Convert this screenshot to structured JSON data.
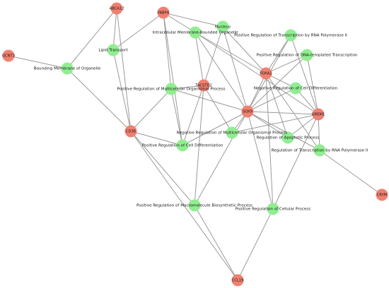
{
  "colors": {
    "gene": "#f08070",
    "term": "#90ee90",
    "edge": "#9a9a9a",
    "background": "#ffffff"
  },
  "nodes": [
    {
      "id": "ABCA12",
      "label": "ABCA12",
      "kind": "gene"
    },
    {
      "id": "FABP4",
      "label": "FABP4",
      "kind": "gene"
    },
    {
      "id": "GCNT3",
      "label": "GCNT3",
      "kind": "gene"
    },
    {
      "id": "FOXA1",
      "label": "FOXA1",
      "kind": "gene"
    },
    {
      "id": "TACSTD2",
      "label": "TACSTD2",
      "kind": "gene"
    },
    {
      "id": "SOX9",
      "label": "SOX9",
      "kind": "gene"
    },
    {
      "id": "GREM1",
      "label": "GREM1",
      "kind": "gene"
    },
    {
      "id": "CD36",
      "label": "CD36",
      "kind": "gene"
    },
    {
      "id": "CRYM",
      "label": "CRYM",
      "kind": "gene"
    },
    {
      "id": "CCL19",
      "label": "CCL19",
      "kind": "gene"
    },
    {
      "id": "nucleus",
      "label": "Nucleus",
      "kind": "term"
    },
    {
      "id": "imbo",
      "label": "Intracellular Membrane-Bounded Organelle",
      "kind": "term"
    },
    {
      "id": "prtpol2",
      "label": "Positive Regulation of Transcription by RNA Polymerase II",
      "kind": "term"
    },
    {
      "id": "lipid",
      "label": "Lipid Transport",
      "kind": "term"
    },
    {
      "id": "prdna",
      "label": "Positive Regulation of DNA-templated Transcription",
      "kind": "term"
    },
    {
      "id": "bmo",
      "label": "Bounding Membrane of Organelle",
      "kind": "term"
    },
    {
      "id": "prmop",
      "label": "Positive Regulation of Multicellular Organismal Process",
      "kind": "term"
    },
    {
      "id": "nrcd",
      "label": "Negative Regulation of Cell Differentiation",
      "kind": "term"
    },
    {
      "id": "nrmop",
      "label": "Negative Regulation of Multicellular Organismal Process",
      "kind": "term"
    },
    {
      "id": "rap",
      "label": "Regulation of Apoptotic Process",
      "kind": "term"
    },
    {
      "id": "prcd",
      "label": "Positive Regulation of Cell Differentiation",
      "kind": "term"
    },
    {
      "id": "rtpol2",
      "label": "Regulation of Transcription by RNA Polymerase II",
      "kind": "term"
    },
    {
      "id": "prmbp",
      "label": "Positive Regulation of Macromolecule Biosynthetic Process",
      "kind": "term"
    },
    {
      "id": "prcp",
      "label": "Positive Regulation of Cellular Process",
      "kind": "term"
    }
  ],
  "edges": [
    [
      "GCNT3",
      "bmo"
    ],
    [
      "ABCA12",
      "bmo"
    ],
    [
      "ABCA12",
      "lipid"
    ],
    [
      "ABCA12",
      "CD36"
    ],
    [
      "bmo",
      "CD36"
    ],
    [
      "FABP4",
      "lipid"
    ],
    [
      "FABP4",
      "nucleus"
    ],
    [
      "FABP4",
      "imbo"
    ],
    [
      "FABP4",
      "prmop"
    ],
    [
      "FABP4",
      "prcd"
    ],
    [
      "lipid",
      "CD36"
    ],
    [
      "CD36",
      "prmop"
    ],
    [
      "CD36",
      "prcd"
    ],
    [
      "CD36",
      "prmbp"
    ],
    [
      "CD36",
      "CCL19"
    ],
    [
      "imbo",
      "FOXA1"
    ],
    [
      "imbo",
      "SOX9"
    ],
    [
      "imbo",
      "GREM1"
    ],
    [
      "imbo",
      "TACSTD2"
    ],
    [
      "nucleus",
      "TACSTD2"
    ],
    [
      "nucleus",
      "SOX9"
    ],
    [
      "nucleus",
      "FOXA1"
    ],
    [
      "FOXA1",
      "prtpol2"
    ],
    [
      "FOXA1",
      "prdna"
    ],
    [
      "FOXA1",
      "nrcd"
    ],
    [
      "FOXA1",
      "SOX9"
    ],
    [
      "FOXA1",
      "rap"
    ],
    [
      "FOXA1",
      "rtpol2"
    ],
    [
      "FOXA1",
      "prcp"
    ],
    [
      "prtpol2",
      "SOX9"
    ],
    [
      "prtpol2",
      "GREM1"
    ],
    [
      "prdna",
      "SOX9"
    ],
    [
      "prdna",
      "GREM1"
    ],
    [
      "nrcd",
      "SOX9"
    ],
    [
      "nrcd",
      "GREM1"
    ],
    [
      "TACSTD2",
      "nrmop"
    ],
    [
      "TACSTD2",
      "prmbp"
    ],
    [
      "TACSTD2",
      "prmop"
    ],
    [
      "TACSTD2",
      "prcd"
    ],
    [
      "SOX9",
      "prmop"
    ],
    [
      "SOX9",
      "nrmop"
    ],
    [
      "SOX9",
      "rap"
    ],
    [
      "SOX9",
      "prcd"
    ],
    [
      "SOX9",
      "rtpol2"
    ],
    [
      "SOX9",
      "prmbp"
    ],
    [
      "SOX9",
      "prcp"
    ],
    [
      "SOX9",
      "GREM1"
    ],
    [
      "GREM1",
      "nrmop"
    ],
    [
      "GREM1",
      "rap"
    ],
    [
      "GREM1",
      "rtpol2"
    ],
    [
      "GREM1",
      "prcp"
    ],
    [
      "rtpol2",
      "CRYM"
    ],
    [
      "prmbp",
      "CCL19"
    ],
    [
      "prcp",
      "CCL19"
    ],
    [
      "prmop",
      "prcd"
    ]
  ]
}
